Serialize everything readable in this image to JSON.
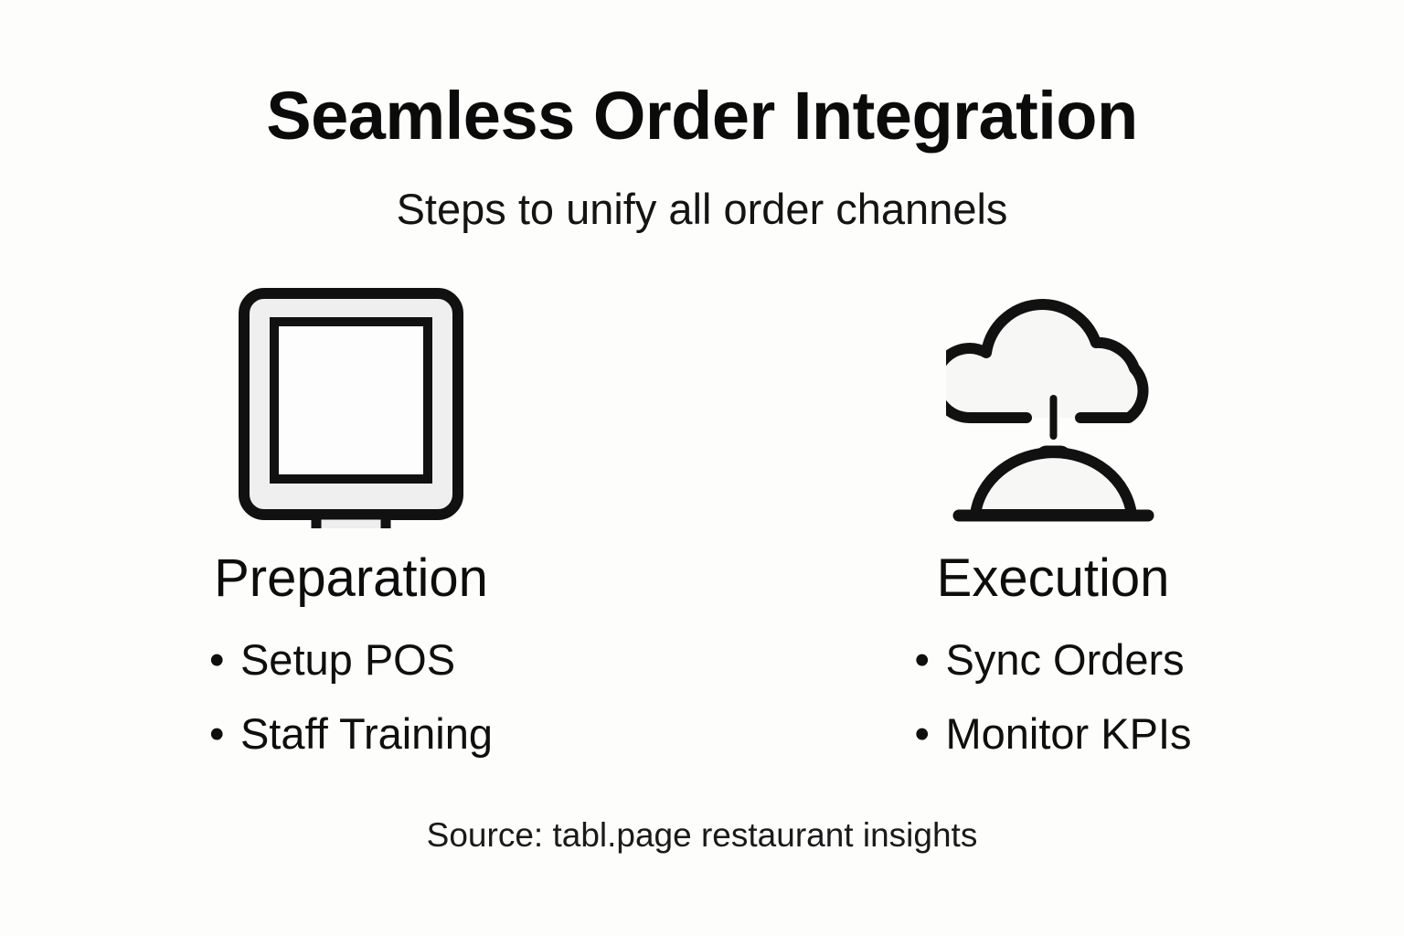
{
  "header": {
    "title": "Seamless Order Integration",
    "subtitle": "Steps to unify all order channels"
  },
  "columns": [
    {
      "icon": "monitor-icon",
      "heading": "Preparation",
      "bullets": [
        {
          "marker": "•",
          "label": "Setup POS"
        },
        {
          "marker": "•",
          "label": "Staff Training"
        }
      ]
    },
    {
      "icon": "cloud-cloche-icon",
      "heading": "Execution",
      "bullets": [
        {
          "marker": "•",
          "label": "Sync Orders"
        },
        {
          "marker": "•",
          "label": "Monitor KPIs"
        }
      ]
    }
  ],
  "footer": {
    "source": "Source: tabl.page restaurant insights"
  },
  "colors": {
    "background": "#fdfdfb",
    "text": "#111111",
    "stroke": "#111111",
    "icon_fill_light": "#efefef",
    "icon_fill_cloud": "#f7f7f5",
    "screen_fill": "#fdfdfd"
  }
}
